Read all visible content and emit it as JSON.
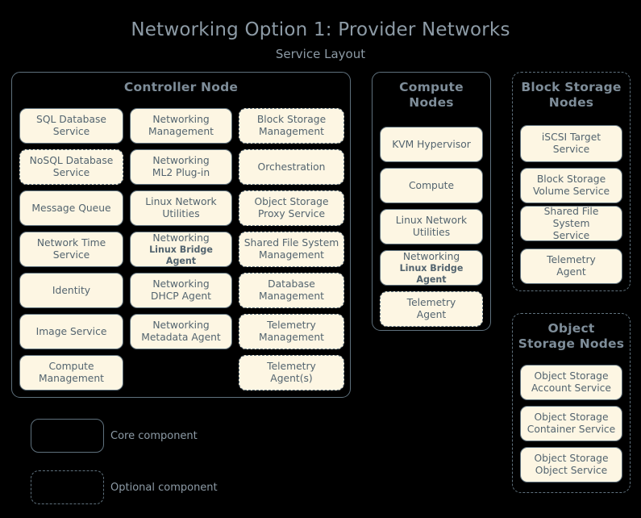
{
  "title": "Networking Option 1: Provider Networks",
  "subtitle": "Service Layout",
  "groups": {
    "controller": {
      "title": "Controller Node",
      "optional": false,
      "columns": [
        [
          {
            "l1": "SQL Database",
            "l2": "Service",
            "optional": false
          },
          {
            "l1": "NoSQL Database",
            "l2": "Service",
            "optional": true
          },
          {
            "l1": "Message Queue",
            "l2": "",
            "optional": false
          },
          {
            "l1": "Network Time",
            "l2": "Service",
            "optional": false
          },
          {
            "l1": "Identity",
            "l2": "",
            "optional": false
          },
          {
            "l1": "Image Service",
            "l2": "",
            "optional": false
          },
          {
            "l1": "Compute",
            "l2": "Management",
            "optional": false
          }
        ],
        [
          {
            "l1": "Networking",
            "l2": "Management",
            "optional": false
          },
          {
            "l1": "Networking",
            "l2": "ML2 Plug-in",
            "optional": false
          },
          {
            "l1": "Linux Network",
            "l2": "Utilities",
            "optional": false
          },
          {
            "l1": "Networking",
            "l2": "Linux Bridge Agent",
            "optional": false,
            "small_second": true
          },
          {
            "l1": "Networking",
            "l2": "DHCP Agent",
            "optional": false
          },
          {
            "l1": "Networking",
            "l2": "Metadata Agent",
            "optional": false
          }
        ],
        [
          {
            "l1": "Block Storage",
            "l2": "Management",
            "optional": true
          },
          {
            "l1": "Orchestration",
            "l2": "",
            "optional": true
          },
          {
            "l1": "Object Storage",
            "l2": "Proxy Service",
            "optional": true
          },
          {
            "l1": "Shared File System",
            "l2": "Management",
            "optional": true
          },
          {
            "l1": "Database",
            "l2": "Management",
            "optional": true
          },
          {
            "l1": "Telemetry",
            "l2": "Management",
            "optional": true
          },
          {
            "l1": "Telemetry",
            "l2": "Agent(s)",
            "optional": true
          }
        ]
      ]
    },
    "compute": {
      "title_line1": "Compute",
      "title_line2": "Nodes",
      "optional": false,
      "items": [
        {
          "l1": "KVM Hypervisor",
          "l2": "",
          "optional": false
        },
        {
          "l1": "Compute",
          "l2": "",
          "optional": false
        },
        {
          "l1": "Linux Network",
          "l2": "Utilities",
          "optional": false
        },
        {
          "l1": "Networking",
          "l2": "Linux Bridge Agent",
          "optional": false,
          "small_second": true
        },
        {
          "l1": "Telemetry",
          "l2": "Agent",
          "optional": true
        }
      ]
    },
    "block_storage": {
      "title_line1": "Block Storage",
      "title_line2": "Nodes",
      "optional": true,
      "items": [
        {
          "l1": "iSCSI Target",
          "l2": "Service",
          "optional": false
        },
        {
          "l1": "Block Storage",
          "l2": "Volume Service",
          "optional": false
        },
        {
          "l1": "Shared File System",
          "l2": "Service",
          "optional": false
        },
        {
          "l1": "Telemetry",
          "l2": "Agent",
          "optional": false
        }
      ]
    },
    "object_storage": {
      "title_line1": "Object",
      "title_line2": "Storage Nodes",
      "optional": true,
      "items": [
        {
          "l1": "Object Storage",
          "l2": "Account Service",
          "optional": false
        },
        {
          "l1": "Object Storage",
          "l2": "Container Service",
          "optional": false
        },
        {
          "l1": "Object Storage",
          "l2": "Object Service",
          "optional": false
        }
      ]
    }
  },
  "legend": {
    "core_label": "Core component",
    "optional_label": "Optional component"
  },
  "colors": {
    "background": "#000000",
    "chip_fill": "#fdf6e3",
    "border": "#5f717d",
    "heading_text": "#7e8d99",
    "chip_text": "#53646f",
    "title_text": "#8d9ba6"
  }
}
